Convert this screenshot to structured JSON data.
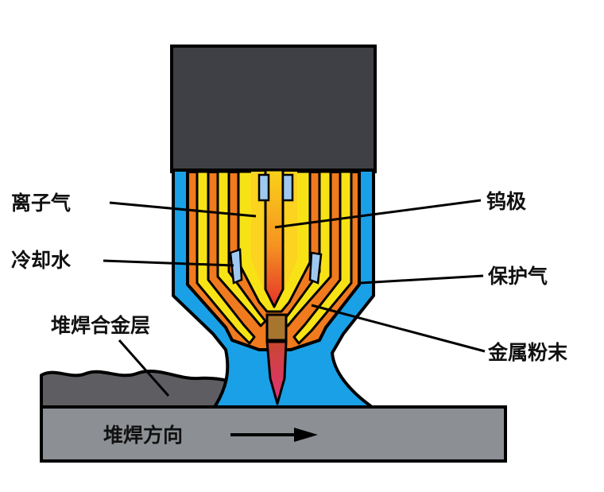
{
  "labels": {
    "ion_gas": "离子气",
    "cooling_water": "冷却水",
    "cladding_layer": "堆焊合金层",
    "tungsten_electrode": "钨极",
    "shield_gas": "保护气",
    "metal_powder": "金属粉末",
    "welding_direction": "堆焊方向"
  },
  "colors": {
    "torch_body": "#3f4045",
    "cooling_water": "#1aa0e6",
    "outer_orange": "#f07a1e",
    "yellow_channel": "#f7e315",
    "electrode": "#f6a318",
    "arc_red": "#e8312a",
    "arc_pink": "#e0306a",
    "powder_brown": "#a8752f",
    "cladding": "#5e5e62",
    "workpiece": "#8c9095",
    "outline": "#000000"
  }
}
